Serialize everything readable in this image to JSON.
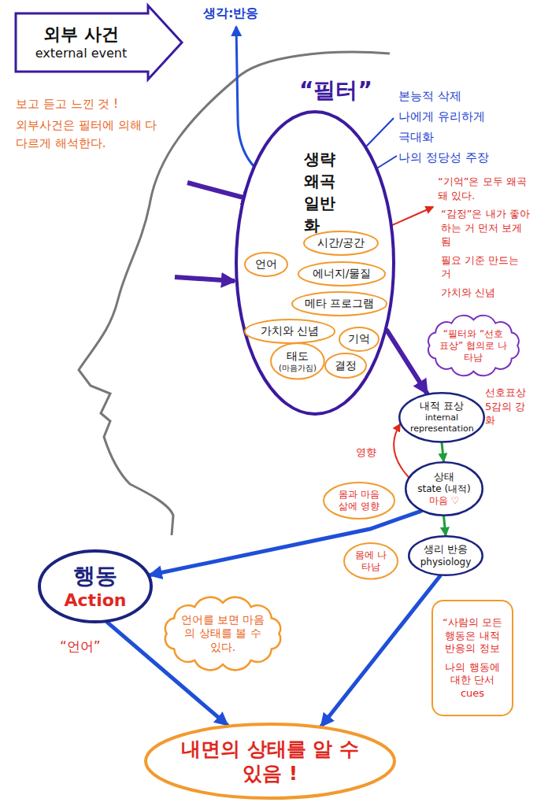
{
  "diagram": {
    "nodes": [
      {
        "text": [
          "외부 사건",
          "external event"
        ]
      },
      {
        "text": [
          "생략 왜곡 일반화"
        ]
      },
      {
        "text": [
          "시간/공간"
        ],
        "in": 1
      },
      {
        "text": [
          "언어"
        ],
        "in": 1
      },
      {
        "text": [
          "에너지/물질"
        ],
        "in": 1
      },
      {
        "text": [
          "메타 프로그램"
        ],
        "in": 1
      },
      {
        "text": [
          "가치와 신념"
        ],
        "in": 1
      },
      {
        "text": [
          "기억"
        ],
        "in": 1
      },
      {
        "text": [
          "태도",
          "(마음가짐)"
        ],
        "in": 1
      },
      {
        "text": [
          "결정"
        ],
        "in": 1
      },
      {
        "text": [
          "“필터와 “선호 표상” 협의로 나타남"
        ]
      },
      {
        "text": [
          "내적 표상",
          "internal representation"
        ]
      },
      {
        "text": [
          "몸과 마음 삶에 영향"
        ]
      },
      {
        "text": [
          "상태",
          "state (내적)",
          "마음 ♡"
        ]
      },
      {
        "text": [
          "몸에 나타남"
        ]
      },
      {
        "text": [
          "생리 반응",
          "physiology"
        ]
      },
      {
        "text": [
          "행동",
          "Action"
        ]
      },
      {
        "text": [
          "언어를 보면 마음의 상태를 볼 수 있다."
        ]
      },
      {
        "text": [
          "“사람의 모든 행동은 내적 반응의 정보",
          "나의 행동에 대한 단서 cues"
        ]
      },
      {
        "text": [
          "내면의 상태를 알 수 있음 !"
        ]
      }
    ],
    "edges": [
      {
        "from": 1,
        "to": 11,
        "arrow": "to"
      },
      {
        "from": 11,
        "to": 13,
        "arrow": "to"
      },
      {
        "from": 13,
        "to": 15,
        "arrow": "to"
      },
      {
        "from": 13,
        "to": 11,
        "label": "영향",
        "arrow": "to"
      },
      {
        "from": 13,
        "to": 16,
        "arrow": "to"
      },
      {
        "from": 16,
        "to": 19,
        "arrow": "to"
      },
      {
        "from": 15,
        "to": 19,
        "arrow": "to"
      }
    ],
    "labels": [
      "보고 듣고 느낀 것 !",
      "외부사건은 필터에 의해 다 다르게 해석한다.",
      "생각:반응",
      "“필터”",
      "본능적 삭제",
      "나에게 유리하게",
      "극대화",
      "나의 정당성 주장",
      "“기억”은 모두 왜곡돼 있다.",
      "“감정”은 내가 좋아 하는 거 먼저 보게됨",
      "필요 기준 만드는 거",
      "가치와 신념",
      "선호표상 5감의 강화",
      "“언어”"
    ]
  }
}
